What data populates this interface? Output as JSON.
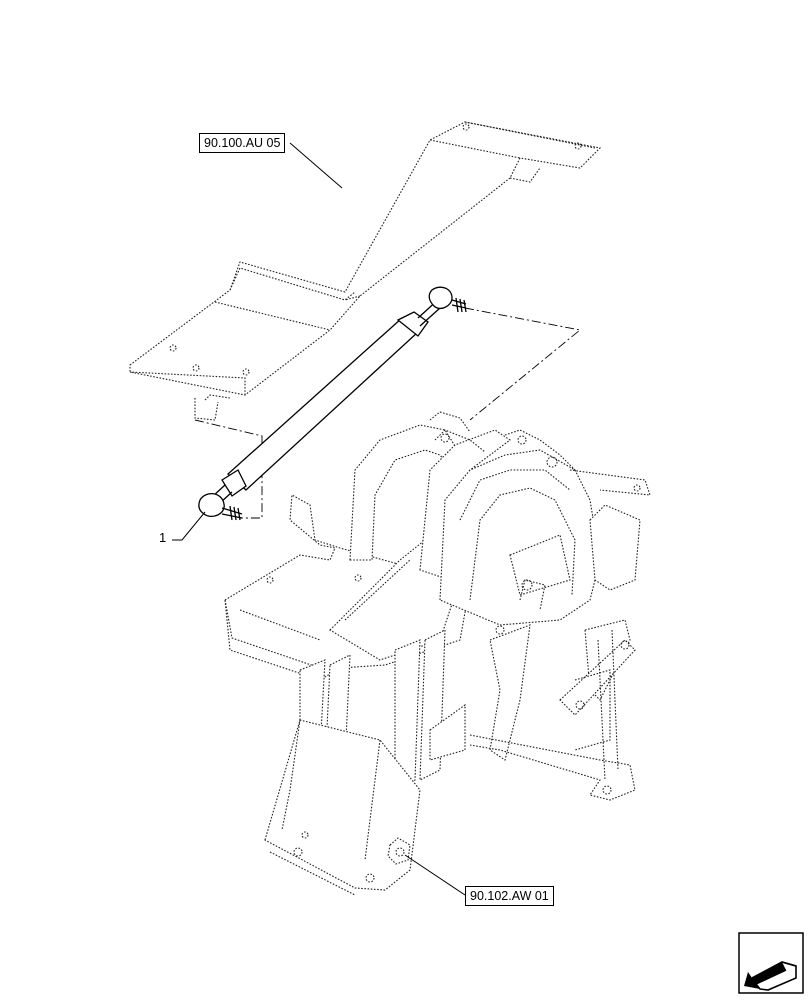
{
  "callouts": {
    "top_ref": "90.100.AU 05",
    "bottom_ref": "90.102.AW 01",
    "item_number": "1"
  },
  "icons": {
    "view_arrow": "view-direction-arrow-icon"
  },
  "colors": {
    "line": "#000000",
    "background": "#ffffff"
  }
}
